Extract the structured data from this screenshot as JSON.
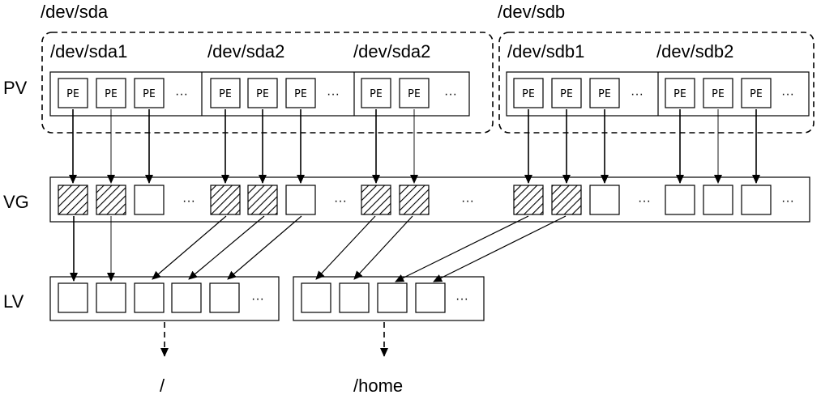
{
  "disks": [
    {
      "label": "/dev/sda",
      "partitions": [
        "/dev/sda1",
        "/dev/sda2",
        "/dev/sda2"
      ]
    },
    {
      "label": "/dev/sdb",
      "partitions": [
        "/dev/sdb1",
        "/dev/sdb2"
      ]
    }
  ],
  "layers": {
    "pv": "PV",
    "vg": "VG",
    "lv": "LV"
  },
  "pe_label": "PE",
  "ellipsis": "···",
  "mounts": [
    "/",
    "/home"
  ]
}
